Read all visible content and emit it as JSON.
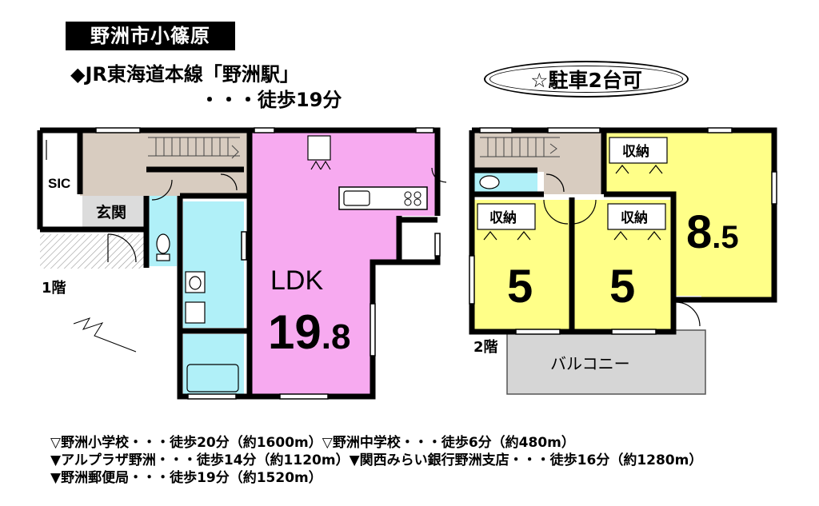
{
  "header": {
    "title": "野洲市小篠原",
    "station_line": "◆JR東海道本線「野洲駅」",
    "station_walk": "・・・徒歩19分",
    "parking": "☆駐車2台可"
  },
  "floor1": {
    "label": "1階",
    "rooms": {
      "sic": "SIC",
      "entrance": "玄関",
      "ldk_name": "LDK",
      "ldk_size_main": "19",
      "ldk_size_dec": ".8"
    }
  },
  "floor2": {
    "label": "2階",
    "rooms": {
      "storage_a": "収納",
      "storage_b": "収納",
      "storage_c": "収納",
      "room_a_size": "5",
      "room_b_size": "5",
      "room_c_main": "8",
      "room_c_dec": ".5",
      "balcony": "バルコニー"
    }
  },
  "nearby": {
    "line1": "▽野洲小学校・・・徒歩20分（約1600m）▽野洲中学校・・・徒歩6分（約480m）",
    "line2": "▼アルプラザ野洲・・・徒歩14分（約1120m）▼関西みらい銀行野洲支店・・・徒歩16分（約1280m）",
    "line3": "▼野洲郵便局・・・徒歩19分（約1520m）"
  },
  "colors": {
    "ldk": "#f7aaf0",
    "bedroom": "#ffff88",
    "water": "#b0f0f8",
    "hall": "#d8ccc0",
    "entrance": "#dcdcdc",
    "balcony": "#d6d6d6",
    "wall": "#000000"
  }
}
